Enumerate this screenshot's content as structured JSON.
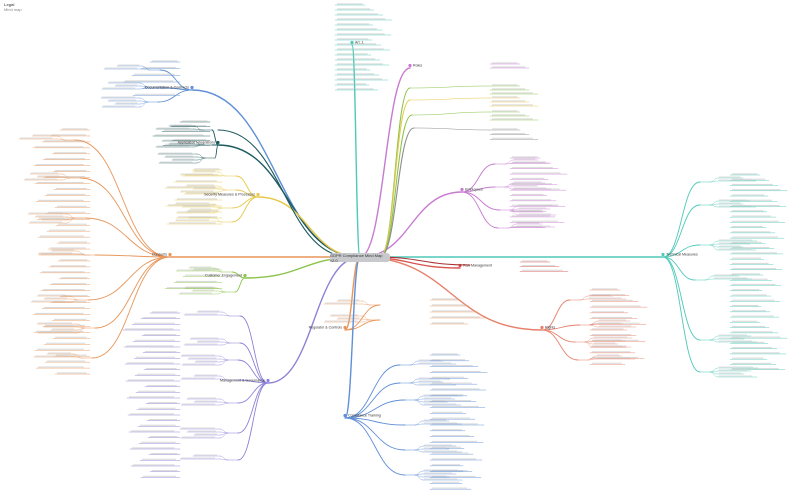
{
  "header": {
    "title": "Legal",
    "subtitle": "Mind map"
  },
  "root": {
    "label": "GDPR Compliance Mind Map v2.0"
  },
  "branches": [
    {
      "id": "top",
      "label": "Art. 1",
      "color": "#4fc9b8"
    },
    {
      "id": "docs",
      "label": "Documentation & Contracts",
      "color": "#5f8fd6"
    },
    {
      "id": "apps",
      "label": "Application Integrations",
      "color": "#1e5a5e"
    },
    {
      "id": "sec",
      "label": "Security Measures & Processes",
      "color": "#e6c84a"
    },
    {
      "id": "cust",
      "label": "Customer Engagement",
      "color": "#8bc34a"
    },
    {
      "id": "consent",
      "label": "Consents",
      "color": "#e8965a"
    },
    {
      "id": "mgmt",
      "label": "Management & Governance",
      "color": "#8c82d6"
    },
    {
      "id": "roles",
      "label": "Roles",
      "color": "#c77ad1"
    },
    {
      "id": "emps",
      "label": "Employees",
      "color": "#c77ad1"
    },
    {
      "id": "tech",
      "label": "Technical Measures",
      "color": "#4fc9b8"
    },
    {
      "id": "risk",
      "label": "Risk Management",
      "color": "#d9534f"
    },
    {
      "id": "rights",
      "label": "Rights",
      "color": "#e6806a"
    },
    {
      "id": "reg",
      "label": "Regulator & Controls",
      "color": "#e8965a"
    },
    {
      "id": "train",
      "label": "Compliance Training",
      "color": "#5f8fd6"
    }
  ]
}
